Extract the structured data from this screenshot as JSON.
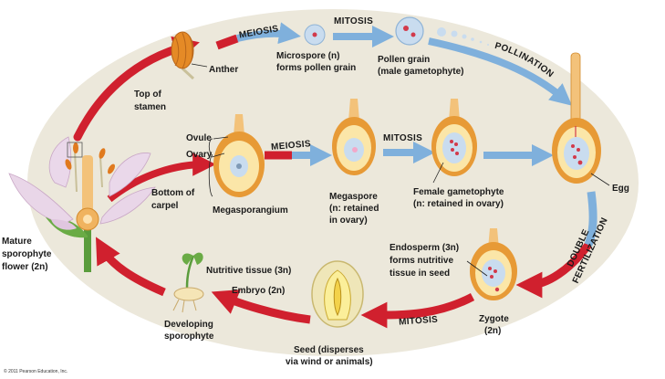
{
  "labels": {
    "anther": "Anther",
    "top_of_stamen": [
      "Top of",
      "stamen"
    ],
    "microspore": [
      "Microspore (n)",
      "forms pollen grain"
    ],
    "pollen_grain": [
      "Pollen grain",
      "(male gametophyte)"
    ],
    "ovule": "Ovule",
    "ovary": "Ovary",
    "bottom_of_carpel": [
      "Bottom of",
      "carpel"
    ],
    "megasporangium": "Megasporangium",
    "megaspore": [
      "Megaspore",
      "(n: retained",
      "in ovary)"
    ],
    "female_gametophyte": [
      "Female gametophyte",
      "(n: retained in ovary)"
    ],
    "egg": "Egg",
    "mature_flower": [
      "Mature",
      "sporophyte",
      "flower (2n)"
    ],
    "endosperm": [
      "Endosperm (3n)",
      "forms nutritive",
      "tissue in seed"
    ],
    "zygote": [
      "Zygote",
      "(2n)"
    ],
    "nutritive_tissue": "Nutritive tissue (3n)",
    "embryo": "Embryo (2n)",
    "developing": [
      "Developing",
      "sporophyte"
    ],
    "seed": [
      "Seed (disperses",
      "via wind or animals)"
    ],
    "copyright": "© 2011 Pearson Education, Inc."
  },
  "steps": {
    "meiosis_top": "MEIOSIS",
    "mitosis_top": "MITOSIS",
    "pollination": "POLLINATION",
    "meiosis_mid": "MEIOSIS",
    "mitosis_mid": "MITOSIS",
    "double_fertilization": [
      "DOUBLE",
      "FERTILIZATION"
    ],
    "mitosis_bottom": "MITOSIS"
  },
  "colors": {
    "background": "#ece8db",
    "cycle_arrow": "#d0202e",
    "step_arrow": "#7fb0dc",
    "ovule_orange": "#e79a36",
    "ovule_cream": "#fbe6a8",
    "cell_blue": "#c9dcef",
    "nucleus_red": "#d23a4b"
  }
}
